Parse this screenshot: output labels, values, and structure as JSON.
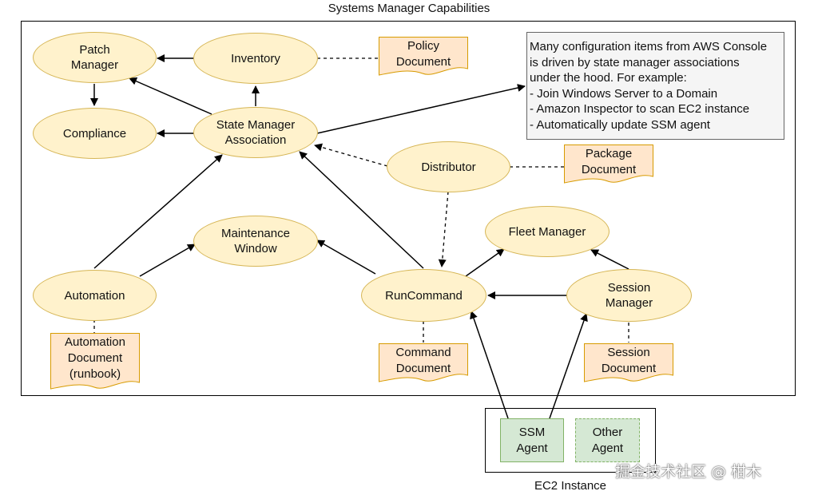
{
  "container_title": "Systems Manager Capabilities",
  "ec2_label": "EC2 Instance",
  "nodes": {
    "patch_manager": "Patch\nManager",
    "inventory": "Inventory",
    "compliance": "Compliance",
    "state_manager": "State Manager\nAssociation",
    "distributor": "Distributor",
    "maintenance_window": "Maintenance\nWindow",
    "automation": "Automation",
    "fleet_manager": "Fleet Manager",
    "run_command": "RunCommand",
    "session_manager": "Session\nManager"
  },
  "documents": {
    "policy": "Policy\nDocument",
    "package": "Package\nDocument",
    "automation": "Automation\nDocument\n(runbook)",
    "command": "Command\nDocument",
    "session": "Session\nDocument"
  },
  "note": {
    "lines": [
      "Many configuration items from AWS Console",
      "is driven by state manager associations",
      "under the hood. For example:",
      "- Join Windows Server to a Domain",
      "- Amazon Inspector to scan EC2 instance",
      "- Automatically update SSM agent"
    ]
  },
  "agents": {
    "ssm": "SSM\nAgent",
    "other": "Other\nAgent"
  },
  "watermark": "掘金技术社区 @ 柑木",
  "colors": {
    "ellipse_fill": "#fff2cc",
    "ellipse_stroke": "#d6b656",
    "doc_fill": "#ffe6cc",
    "doc_stroke": "#d79b00",
    "agent_fill": "#d5e8d4",
    "agent_stroke": "#82b366",
    "note_fill": "#f5f5f5"
  }
}
